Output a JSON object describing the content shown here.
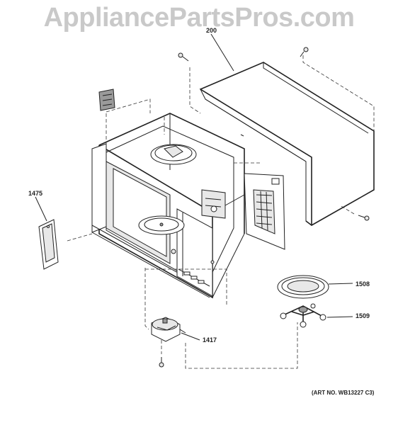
{
  "watermark": "AppliancePartsPros.com",
  "callouts": {
    "c200": "200",
    "c1475": "1475",
    "c1508": "1508",
    "c1509": "1509",
    "c1417": "1417"
  },
  "art_number": "(ART NO. WB13227 C3)"
}
